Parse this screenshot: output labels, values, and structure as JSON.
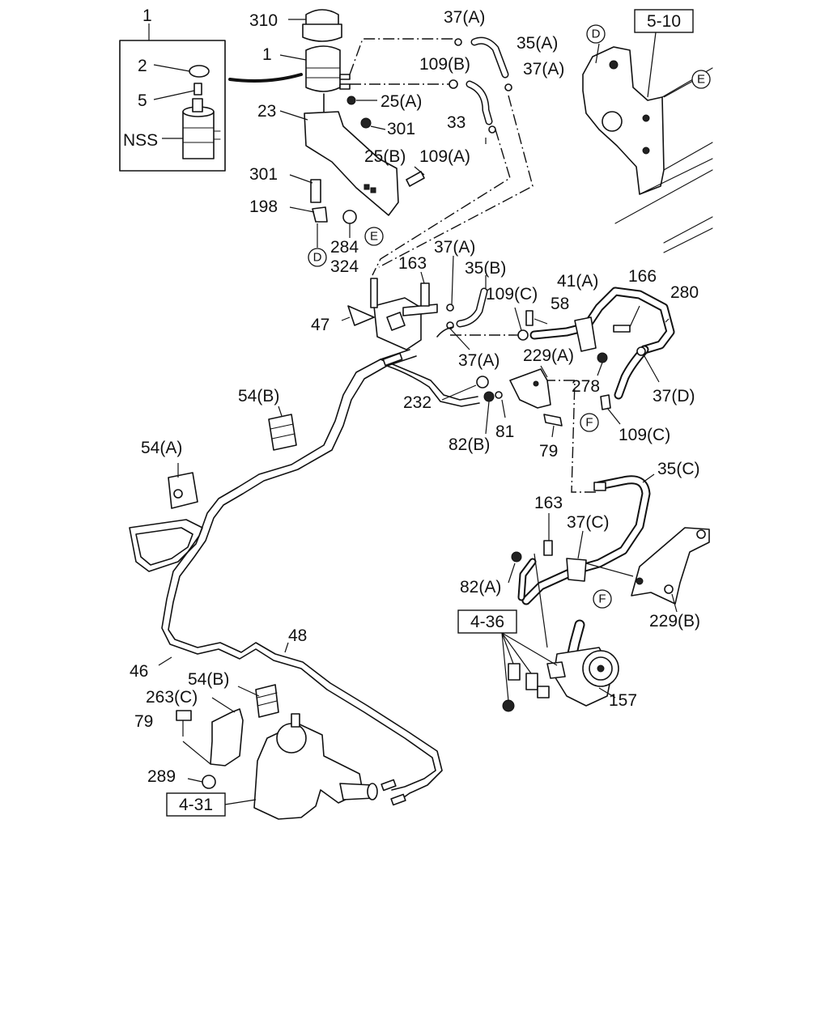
{
  "labels": [
    {
      "id": "l1",
      "text": "1"
    },
    {
      "id": "l310",
      "text": "310"
    },
    {
      "id": "l1b",
      "text": "1"
    },
    {
      "id": "l37a1",
      "text": "37(A)"
    },
    {
      "id": "l35a",
      "text": "35(A)"
    },
    {
      "id": "l109b",
      "text": "109(B)"
    },
    {
      "id": "l37a2",
      "text": "37(A)"
    },
    {
      "id": "l2",
      "text": "2"
    },
    {
      "id": "l5",
      "text": "5"
    },
    {
      "id": "lnss",
      "text": "NSS"
    },
    {
      "id": "l23",
      "text": "23"
    },
    {
      "id": "l25a",
      "text": "25(A)"
    },
    {
      "id": "l301a",
      "text": "301"
    },
    {
      "id": "l33",
      "text": "33"
    },
    {
      "id": "l25b",
      "text": "25(B)"
    },
    {
      "id": "l109a",
      "text": "109(A)"
    },
    {
      "id": "l301b",
      "text": "301"
    },
    {
      "id": "l198",
      "text": "198"
    },
    {
      "id": "l284",
      "text": "284"
    },
    {
      "id": "l324",
      "text": "324"
    },
    {
      "id": "l37a3",
      "text": "37(A)"
    },
    {
      "id": "l163a",
      "text": "163"
    },
    {
      "id": "l35b",
      "text": "35(B)"
    },
    {
      "id": "l41a",
      "text": "41(A)"
    },
    {
      "id": "l166",
      "text": "166"
    },
    {
      "id": "l280",
      "text": "280"
    },
    {
      "id": "l109c1",
      "text": "109(C)"
    },
    {
      "id": "l58",
      "text": "58"
    },
    {
      "id": "l47",
      "text": "47"
    },
    {
      "id": "l37a4",
      "text": "37(A)"
    },
    {
      "id": "l229a",
      "text": "229(A)"
    },
    {
      "id": "l278",
      "text": "278"
    },
    {
      "id": "l37d",
      "text": "37(D)"
    },
    {
      "id": "l54b1",
      "text": "54(B)"
    },
    {
      "id": "l232",
      "text": "232"
    },
    {
      "id": "l81",
      "text": "81"
    },
    {
      "id": "l82b",
      "text": "82(B)"
    },
    {
      "id": "l79a",
      "text": "79"
    },
    {
      "id": "l109c2",
      "text": "109(C)"
    },
    {
      "id": "l54a",
      "text": "54(A)"
    },
    {
      "id": "l35c",
      "text": "35(C)"
    },
    {
      "id": "l163b",
      "text": "163"
    },
    {
      "id": "l37c",
      "text": "37(C)"
    },
    {
      "id": "l82a",
      "text": "82(A)"
    },
    {
      "id": "l229b",
      "text": "229(B)"
    },
    {
      "id": "l48",
      "text": "48"
    },
    {
      "id": "l46",
      "text": "46"
    },
    {
      "id": "l54b2",
      "text": "54(B)"
    },
    {
      "id": "l263c",
      "text": "263(C)"
    },
    {
      "id": "l157",
      "text": "157"
    },
    {
      "id": "l79b",
      "text": "79"
    },
    {
      "id": "l289",
      "text": "289"
    }
  ],
  "refs": [
    {
      "id": "r510",
      "text": "5-10"
    },
    {
      "id": "r436",
      "text": "4-36"
    },
    {
      "id": "r431",
      "text": "4-31"
    }
  ],
  "markers": [
    {
      "id": "mD1",
      "text": "D"
    },
    {
      "id": "mE1",
      "text": "E"
    },
    {
      "id": "mD2",
      "text": "D"
    },
    {
      "id": "mE2",
      "text": "E"
    },
    {
      "id": "mF1",
      "text": "F"
    },
    {
      "id": "mF2",
      "text": "F"
    }
  ]
}
